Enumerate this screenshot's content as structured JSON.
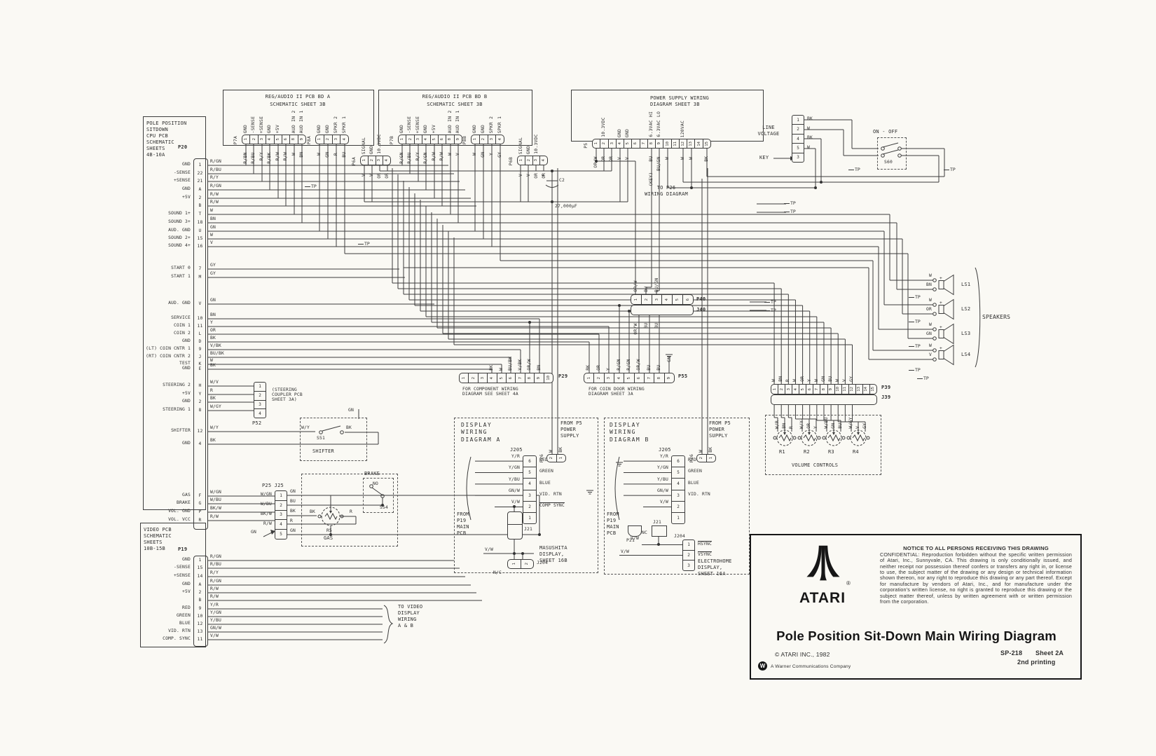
{
  "misc": {
    "tp": "TP",
    "plus": "+",
    "nc": "NC",
    "to_p26": "TO P26\nWIRING DIAGRAM",
    "cap_ref": "C2",
    "cap_value": "27,000µF",
    "speakers_label": "SPEAKERS",
    "on_off": "ON - OFF",
    "s60": "S60",
    "line_voltage": "LINE\nVOLTAGE",
    "key": "KEY"
  },
  "cpu_pcb": {
    "label": "POLE POSITION\nSITDOWN\nCPU PCB\nSCHEMATIC\nSHEETS\n4B-10A",
    "connector": "P20",
    "rows": [
      {
        "signal": "GND",
        "pin": "1",
        "wire": "R/GN"
      },
      {
        "signal": "-SENSE",
        "pin": "22",
        "wire": "R/BU"
      },
      {
        "signal": "+SENSE",
        "pin": "21",
        "wire": "R/Y"
      },
      {
        "signal": "GND",
        "pin": "A",
        "wire": "R/GN"
      },
      {
        "signal": "+5V",
        "pin": "2",
        "wire": "R/W"
      },
      {
        "signal": "",
        "pin": "B",
        "wire": "R/W"
      },
      {
        "signal": "SOUND 1+",
        "pin": "T",
        "wire": "W"
      },
      {
        "signal": "SOUND 3+",
        "pin": "18",
        "wire": "BN"
      },
      {
        "signal": "AUD. GND",
        "pin": "U",
        "wire": "GN"
      },
      {
        "signal": "SOUND 2+",
        "pin": "15",
        "wire": "W"
      },
      {
        "signal": "SOUND 4+",
        "pin": "16",
        "wire": "V"
      },
      {
        "signal": "START 0",
        "pin": "7",
        "wire": "GY"
      },
      {
        "signal": "START 1",
        "pin": "M",
        "wire": "GY"
      },
      {
        "signal": "AUD. GND",
        "pin": "V",
        "wire": "GN"
      },
      {
        "signal": "SERVICE",
        "pin": "10",
        "wire": "BN"
      },
      {
        "signal": "COIN 1",
        "pin": "11",
        "wire": "Y"
      },
      {
        "signal": "COIN 2",
        "pin": "L",
        "wire": "OR"
      },
      {
        "signal": "GND",
        "pin": "D",
        "wire": "BK"
      },
      {
        "signal": "(LT) COIN CNTR 1",
        "pin": "9",
        "wire": "V/BK"
      },
      {
        "signal": "(RT) COIN CNTR 2",
        "pin": "J",
        "wire": "BU/BK"
      },
      {
        "signal": "TEST",
        "pin": "K",
        "wire": "W"
      },
      {
        "signal": "GND",
        "pin": "E",
        "wire": "BK"
      },
      {
        "signal": "STEERING 2",
        "pin": "H",
        "wire": "W/V"
      },
      {
        "signal": "+5V",
        "pin": "Y",
        "wire": "R"
      },
      {
        "signal": "GND",
        "pin": "2",
        "wire": "BK"
      },
      {
        "signal": "STEERING 1",
        "pin": "8",
        "wire": "W/GY"
      },
      {
        "signal": "SHIFTER",
        "pin": "12",
        "wire": "W/Y"
      },
      {
        "signal": "GND",
        "pin": "4",
        "wire": "BK"
      },
      {
        "signal": "GAS",
        "pin": "F",
        "wire": "W/GN"
      },
      {
        "signal": "BRAKE",
        "pin": "G",
        "wire": "W/BU"
      },
      {
        "signal": "VOL. GND",
        "pin": "P",
        "wire": "BK/W"
      },
      {
        "signal": "VOL. VCC",
        "pin": "R",
        "wire": "R/W"
      }
    ]
  },
  "video_pcb": {
    "label": "VIDEO PCB\nSCHEMATIC\nSHEETS\n10B-15B",
    "connector": "P19",
    "rows": [
      {
        "signal": "GND",
        "pin": "1",
        "wire": "R/GN"
      },
      {
        "signal": "-SENSE",
        "pin": "15",
        "wire": "R/BU"
      },
      {
        "signal": "+SENSE",
        "pin": "14",
        "wire": "R/Y"
      },
      {
        "signal": "GND",
        "pin": "A",
        "wire": "R/GN"
      },
      {
        "signal": "+5V",
        "pin": "2",
        "wire": "R/W"
      },
      {
        "signal": "",
        "pin": "B",
        "wire": "R/W"
      },
      {
        "signal": "RED",
        "pin": "9",
        "wire": "Y/R"
      },
      {
        "signal": "GREEN",
        "pin": "10",
        "wire": "Y/GN"
      },
      {
        "signal": "BLUE",
        "pin": "12",
        "wire": "Y/BU"
      },
      {
        "signal": "VID. RTN",
        "pin": "13",
        "wire": "GN/W"
      },
      {
        "signal": "COMP. SYNC",
        "pin": "11",
        "wire": "V/W"
      }
    ],
    "note": "TO VIDEO\nDISPLAY\nWIRING\nA & B"
  },
  "audio_a": {
    "title": "REG/AUDIO II PCB BD A",
    "subtitle": "SCHEMATIC SHEET 3B",
    "p7": {
      "name": "P7A",
      "pins": [
        "1",
        "2",
        "3",
        "4",
        "5",
        "6",
        "8",
        "9"
      ],
      "labels": [
        "GND",
        "-SENSE",
        "+SENSE",
        "GND",
        "+5V",
        "",
        "AUD IN 2",
        "AUD IN 1"
      ],
      "wires": [
        "R/BN",
        "R/BU",
        "R/Y",
        "R/BK",
        "R/W",
        "R/W",
        "W",
        "BN"
      ]
    },
    "p8": {
      "name": "P8A",
      "pins": [
        "1",
        "2",
        "3",
        "4"
      ],
      "labels": [
        "GND",
        "GND",
        "SPKR 2",
        "SPKR 1"
      ],
      "wires": [
        "W",
        "GN",
        "R",
        "BU"
      ]
    },
    "p6": {
      "name": "P6A",
      "pins": [
        "1",
        "2",
        "3",
        "4"
      ],
      "labels": [
        "SIGNAL",
        "GND",
        "10.3VDC",
        ""
      ],
      "wires": [
        "V",
        "V",
        "OR",
        "OR"
      ]
    }
  },
  "audio_b": {
    "title": "REG/AUDIO II PCB BD B",
    "subtitle": "SCHEMATIC SHEET 3B",
    "p7": {
      "name": "P7B",
      "pins": [
        "1",
        "2",
        "3",
        "4",
        "5",
        "6",
        "8",
        "9"
      ],
      "labels": [
        "GND",
        "-SENSE",
        "+SENSE",
        "GND",
        "+5V",
        "",
        "AUD IN 2",
        "AUD IN 1"
      ],
      "wires": [
        "R/GN",
        "R/BU",
        "R/Y",
        "R/GN",
        "R/W",
        "R/W",
        "W",
        "V"
      ]
    },
    "p8": {
      "name": "P8B",
      "pins": [
        "1",
        "2",
        "3",
        "4"
      ],
      "labels": [
        "GND",
        "GND",
        "SPKR 2",
        "SPKR 1"
      ],
      "wires": [
        "W",
        "GN",
        "Y",
        "GY"
      ]
    },
    "p6": {
      "name": "P6B",
      "pins": [
        "1",
        "2",
        "3",
        "4"
      ],
      "labels": [
        "SIGNAL",
        "GND",
        "10.3VDC",
        ""
      ],
      "wires": [
        "V",
        "V",
        "OR",
        "OR"
      ]
    }
  },
  "power_supply": {
    "title": "POWER SUPPLY WIRING\nDIAGRAM SHEET 3B",
    "connector": "P5",
    "pins": [
      "1",
      "2",
      "3",
      "4",
      "5",
      "6",
      "7",
      "8",
      "9",
      "10",
      "11",
      "12",
      "13",
      "14",
      "15"
    ],
    "labels": [
      "",
      "10.3VDC",
      "",
      "GND",
      "GND",
      "",
      "",
      "6.3VAC HI",
      "6.3VAC LO",
      "",
      "",
      "120VAC",
      "",
      "",
      ""
    ],
    "wires": [
      "OR/W",
      "OR",
      "OR",
      "V",
      "V",
      "",
      "",
      "BU",
      "BU/GN",
      "W",
      "",
      "W",
      "W",
      "",
      "BK"
    ],
    "key_note": "(KEY)"
  },
  "line_voltage": {
    "pins": [
      "1",
      "2",
      "4",
      "5",
      "3"
    ],
    "wires": [
      "BK",
      "W",
      "BK",
      "W",
      ""
    ]
  },
  "p40": {
    "name_top": "P40",
    "name_bot": "J40",
    "pins": [
      "1",
      "2",
      "3",
      "4",
      "5",
      "6"
    ],
    "wires_above": [
      "OR/W",
      "BU",
      "BU/GN"
    ],
    "wires_below": [
      "OR/W",
      "BU",
      "BU"
    ]
  },
  "p29": {
    "name": "P29",
    "pins": [
      "1",
      "2",
      "3",
      "4",
      "5",
      "6",
      "7",
      "8",
      "9",
      "10"
    ],
    "wires": [
      "",
      "",
      "",
      "BK",
      "W",
      "BU/BK",
      "V/BK",
      "OR/W",
      "BN",
      ""
    ],
    "note": "FOR COMPONENT WIRING\nDIAGRAM SEE SHEET 4A"
  },
  "p55": {
    "name": "P55",
    "pins": [
      "1",
      "2",
      "3",
      "4",
      "5",
      "6",
      "7",
      "8",
      "9"
    ],
    "wires": [
      "BK",
      "OR",
      "Y",
      "R/GN",
      "R/GN",
      "OR/W",
      "BU",
      "BU",
      "GN"
    ],
    "note": "FOR COIN DOOR WIRING\nDIAGRAM SHEET 3A"
  },
  "speakers": {
    "label": "SPEAKERS",
    "items": [
      {
        "name": "LS1",
        "wires": [
          "W",
          "BN"
        ]
      },
      {
        "name": "LS2",
        "wires": [
          "W",
          "OR"
        ]
      },
      {
        "name": "LS3",
        "wires": [
          "W",
          "GN"
        ]
      },
      {
        "name": "LS4",
        "wires": [
          "W",
          "V"
        ]
      }
    ]
  },
  "p39": {
    "name_top": "P39",
    "name_bot": "J39",
    "pins": [
      "1",
      "2",
      "3",
      "4",
      "5",
      "6",
      "7",
      "8",
      "9",
      "10",
      "11",
      "12",
      "13",
      "14",
      "15"
    ],
    "wires_above": [
      "W",
      "BN",
      "R",
      "W",
      "OR",
      "Y",
      "W",
      "GN",
      "BU",
      "W",
      "V",
      "GY"
    ]
  },
  "volume": {
    "label": "VOLUME CONTROLS",
    "pots": [
      {
        "name": "R1",
        "wires": [
          "W/R",
          "BN",
          "R"
        ]
      },
      {
        "name": "R2",
        "wires": [
          "W/Y",
          "OR",
          "Y"
        ]
      },
      {
        "name": "R3",
        "wires": [
          "W/BU",
          "GN",
          "BU"
        ]
      },
      {
        "name": "R4",
        "wires": [
          "W/GY",
          "V",
          "GY"
        ]
      }
    ]
  },
  "display_a": {
    "title": "DISPLAY\nWIRING\nDIAGRAM A",
    "from_ps": "FROM P5\nPOWER\nSUPPLY",
    "p26": {
      "name": "P26",
      "pins": [
        "2",
        "1"
      ],
      "wires": [
        "W",
        "BK"
      ]
    },
    "from_p19": "FROM\nP19\nMAIN\nPCB",
    "j205": {
      "name": "J205",
      "pins": [
        "6",
        "5",
        "4",
        "3",
        "2",
        "1"
      ],
      "rows": [
        {
          "wire": "Y/R",
          "pin": "6",
          "signal": "RED"
        },
        {
          "wire": "Y/GN",
          "pin": "5",
          "signal": "GREEN"
        },
        {
          "wire": "Y/BU",
          "pin": "4",
          "signal": "BLUE"
        },
        {
          "wire": "GN/W",
          "pin": "3",
          "signal": "VID. RTN"
        },
        {
          "wire": "V/W",
          "pin": "2",
          "signal": "COMP SYNC",
          "ov": true
        },
        {
          "wire": "",
          "pin": "1",
          "signal": ""
        }
      ]
    },
    "p21": "P21",
    "j21": "J21",
    "j204": "J204",
    "vw": "V/W",
    "nc": "N/C",
    "display": "MASUSHITA\nDISPLAY,\nSHEET 16B"
  },
  "display_b": {
    "title": "DISPLAY\nWIRING\nDIAGRAM B",
    "from_ps": "FROM P5\nPOWER\nSUPPLY",
    "p26": {
      "name": "P26",
      "pins": [
        "2",
        "1"
      ],
      "wires": [
        "W",
        "BK"
      ]
    },
    "from_p19": "FROM\nP19\nMAIN\nPCB",
    "j205": {
      "name": "J205",
      "pins": [
        "6",
        "5",
        "4",
        "3",
        "2",
        "1"
      ],
      "rows": [
        {
          "wire": "Y/R",
          "pin": "6",
          "signal": "RED"
        },
        {
          "wire": "Y/GN",
          "pin": "5",
          "signal": "GREEN"
        },
        {
          "wire": "Y/BU",
          "pin": "4",
          "signal": "BLUE"
        },
        {
          "wire": "GN/W",
          "pin": "3",
          "signal": "VID. RTN"
        },
        {
          "wire": "V/W",
          "pin": "2",
          "signal": ""
        },
        {
          "wire": "",
          "pin": "1",
          "signal": ""
        }
      ]
    },
    "p21": "P21",
    "j21": "J21",
    "nc": "NC",
    "vw": "V/W",
    "j204": {
      "name": "J204",
      "pins": [
        "1",
        "2",
        "3"
      ],
      "rows": [
        {
          "wire": "V/W",
          "pin": "1",
          "signal": "HSYNC",
          "ov": true
        },
        {
          "wire": "V/W",
          "pin": "2",
          "signal": "VSYNC",
          "ov": true
        },
        {
          "wire": "",
          "pin": "3",
          "signal": ""
        }
      ]
    },
    "display": "ELECTROHOME\nDISPLAY,\nSHEET 16A"
  },
  "steering": {
    "connector": "P52",
    "pins": [
      "1",
      "2",
      "3",
      "4"
    ],
    "note": "(STEERING\nCOUPLER PCB\nSHEET 3A)"
  },
  "shifter": {
    "label": "SHIFTER",
    "ref": "S51",
    "wire_left": "W/Y",
    "wire_right": "BK",
    "wire_top": "GN"
  },
  "gas_brake": {
    "p25": "P25 J25",
    "pins": [
      "1",
      "2",
      "3",
      "4",
      "5"
    ],
    "wires_left": [
      "W/GN",
      "W/BU",
      "BK/W",
      "R/W",
      "GN"
    ],
    "wires_right": [
      "GN",
      "BU",
      "BK",
      "R",
      "GN"
    ],
    "pot_ref": "R5",
    "pot_label": "GAS",
    "pot_left": "BK",
    "pot_right": "R",
    "brake_label": "BRAKE",
    "brake_ref": "S54",
    "brake_no": "NO"
  },
  "title_block": {
    "brand": "ATARI",
    "registered": "®",
    "notice_heading": "NOTICE TO ALL PERSONS RECEIVING THIS DRAWING",
    "notice_body": "CONFIDENTIAL: Reproduction forbidden without the specific written permission of Atari, Inc., Sunnyvale, CA. This drawing is only conditionally issued, and neither receipt nor possession thereof confers or transfers any right in, or license to use, the subject matter of the drawing or any design or technical information shown thereon, nor any right to reproduce this drawing or any part thereof. Except for manufacture by vendors of Atari, Inc., and for manufacture under the corporation's written license, no right is granted to reproduce this drawing or the subject matter thereof, unless by written agreement with or written permission from the corporation.",
    "title": "Pole Position Sit-Down Main Wiring Diagram",
    "copyright": "© ATARI INC., 1982",
    "warner_mark": "W",
    "warner": "A Warner Communications Company",
    "doc_number": "SP-218",
    "sheet": "Sheet 2A",
    "printing": "2nd printing"
  }
}
